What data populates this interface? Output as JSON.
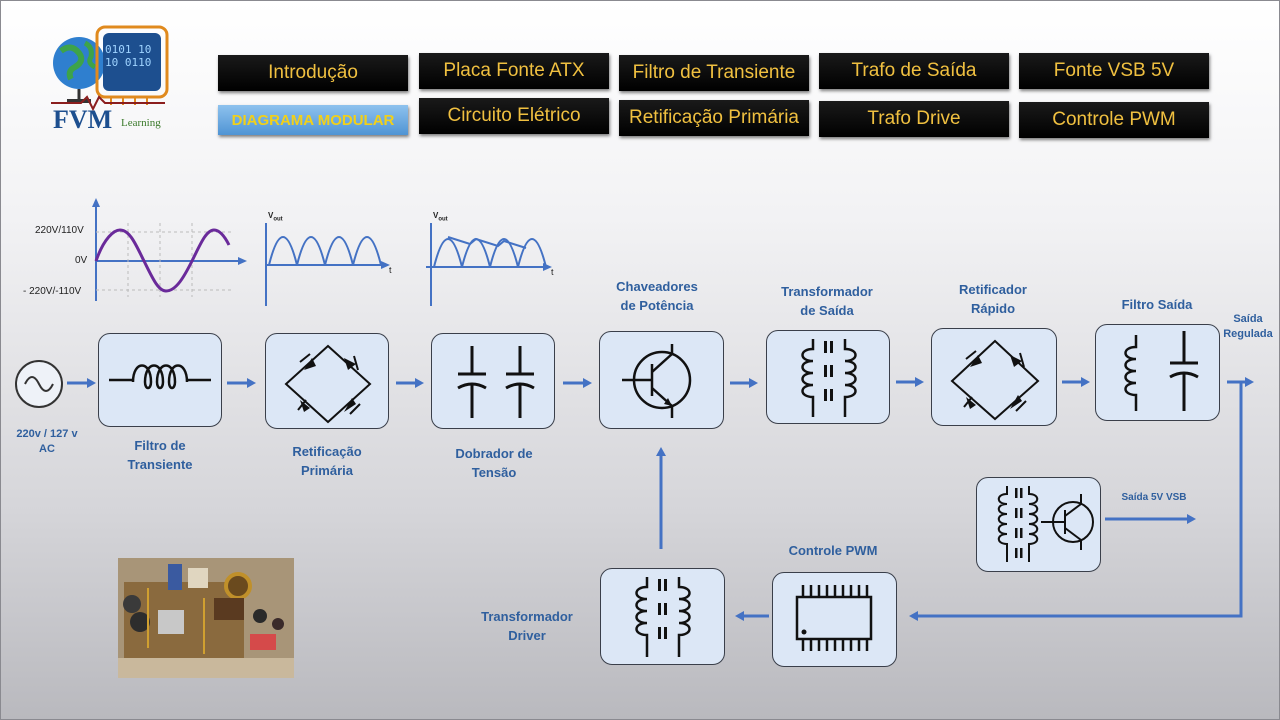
{
  "logo": {
    "title": "FVM",
    "subtitle": "Learning",
    "chip_text": "0101 1010 0110"
  },
  "nav": {
    "row1": [
      "Introdução",
      "Placa Fonte ATX",
      "Filtro de Transiente",
      "Trafo de Saída",
      "Fonte VSB 5V"
    ],
    "row2": [
      "DIAGRAMA MODULAR",
      "Circuito Elétrico",
      "Retificação Primária",
      "Trafo Drive",
      "Controle PWM"
    ]
  },
  "waveforms": {
    "sine_labels": [
      "220V/110V",
      "0V",
      "- 220V/-110V"
    ],
    "vout": "V",
    "vout_sub": "out",
    "t": "t"
  },
  "blocks": {
    "input_label": "220v / 127 v\nAC",
    "filtro_transiente": "Filtro de\nTransiente",
    "retificacao_primaria": "Retificação\nPrimária",
    "dobrador_tensao": "Dobrador de\nTensão",
    "chaveadores": "Chaveadores\nde Potência",
    "transformador_saida": "Transformador\nde Saída",
    "retificador_rapido": "Retificador\nRápido",
    "filtro_saida": "Filtro Saída",
    "saida_regulada": "Saída\nRegulada",
    "saida_vsb": "Saída 5V VSB",
    "controle_pwm": "Controle PWM",
    "transformador_driver": "Transformador\nDriver"
  },
  "colors": {
    "label": "#2f5f9e",
    "arrow": "#4472c4",
    "nav_text": "#f0c040",
    "box_fill": "#dce7f6"
  }
}
